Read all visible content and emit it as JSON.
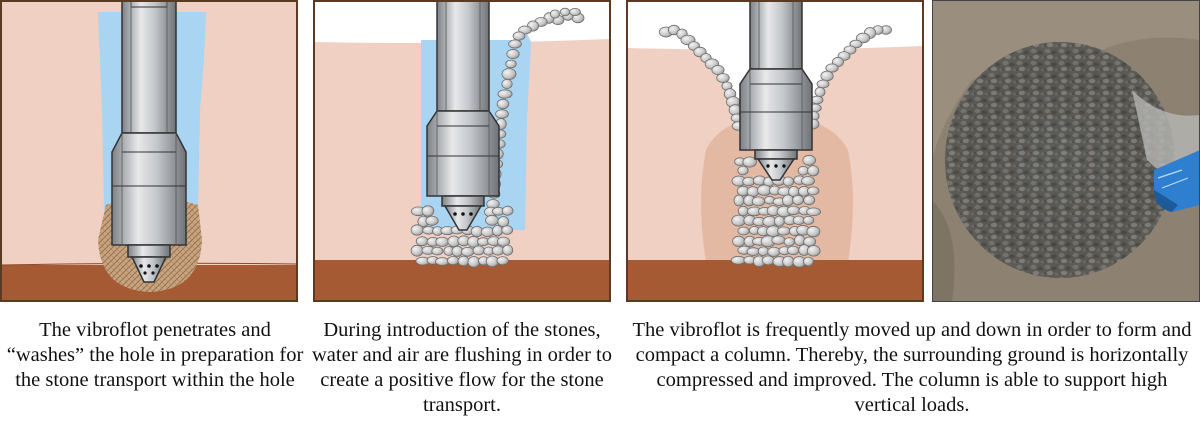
{
  "captions": {
    "step1": "The vibroflot penetrates and “washes” the hole in preparation for the stone transport within the hole",
    "step2": "During introduction of the stones, water and air are flushing in order to create a positive flow for the stone transport.",
    "step3": "The vibroflot is frequently moved up and down in order to form and compact a column. Thereby, the surrounding ground is horizontally compressed and improved. The column is able to support high vertical loads."
  },
  "colors": {
    "soil": "#efd0c3",
    "bearing_layer": "#a65a34",
    "water": "#a9d4f2",
    "steel": "#b9bcc0",
    "stone": "#c9c9c9",
    "compressed_zone": "#e3b9a4",
    "frame": "#5a3a22"
  },
  "icons": {
    "panel1": "vibroflot-washing-illustration",
    "panel2": "stone-feeding-illustration",
    "panel3": "column-compaction-illustration",
    "panel4": "stone-column-photo"
  }
}
